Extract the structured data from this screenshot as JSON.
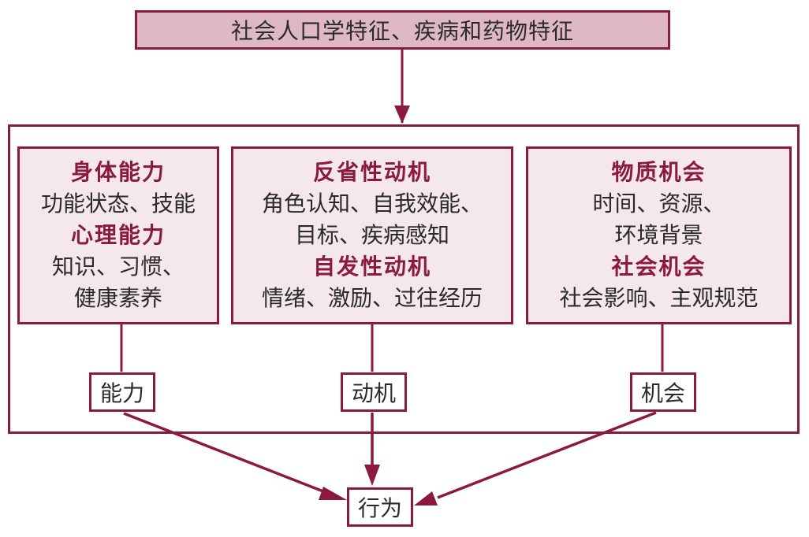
{
  "top": {
    "label": "社会人口学特征、疾病和药物特征"
  },
  "columns": [
    {
      "sections": [
        {
          "heading": "身体能力",
          "lines": [
            "功能状态、技能"
          ]
        },
        {
          "heading": "心理能力",
          "lines": [
            "知识、习惯、",
            "健康素养"
          ]
        }
      ],
      "label": "能力"
    },
    {
      "sections": [
        {
          "heading": "反省性动机",
          "lines": [
            "角色认知、自我效能、",
            "目标、疾病感知"
          ]
        },
        {
          "heading": "自发性动机",
          "lines": [
            "情绪、激励、过往经历"
          ]
        }
      ],
      "label": "动机"
    },
    {
      "sections": [
        {
          "heading": "物质机会",
          "lines": [
            "时间、资源、",
            "环境背景"
          ]
        },
        {
          "heading": "社会机会",
          "lines": [
            "社会影响、主观规范"
          ]
        }
      ],
      "label": "机会"
    }
  ],
  "outcome": {
    "label": "行为"
  },
  "colors": {
    "accent": "#8c1a3f",
    "top_fill": "#dfb8c5",
    "inner_fill": "#f4e8ec"
  }
}
